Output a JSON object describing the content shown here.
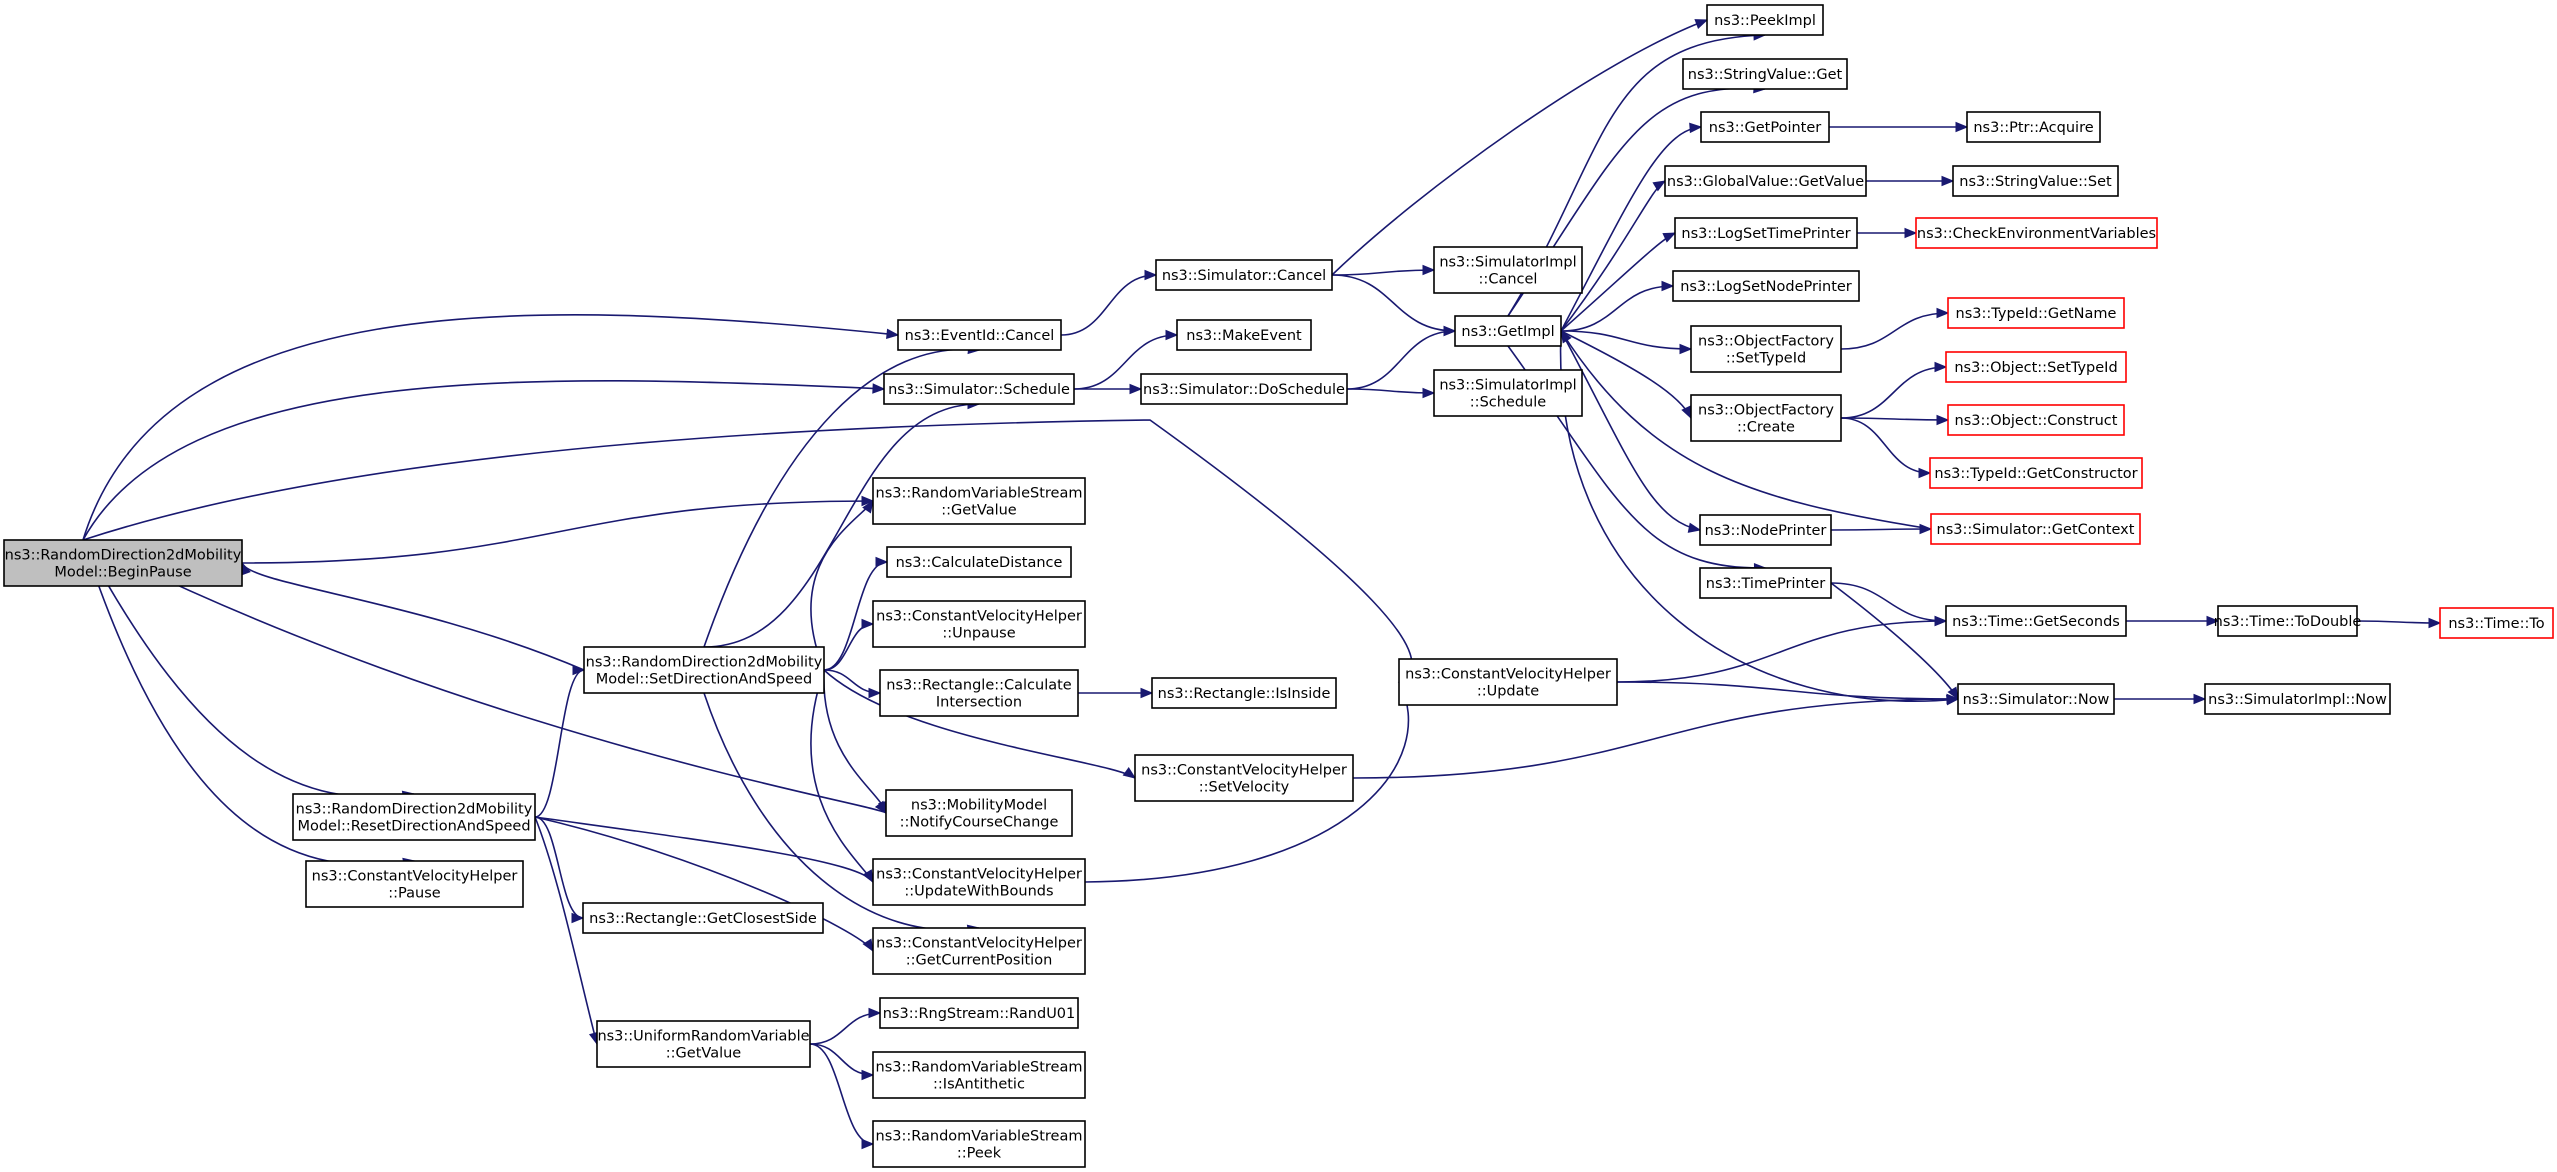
{
  "colors": {
    "edge": "#191970",
    "box_border": "#000000",
    "truncated_border": "#ff0000",
    "root_fill": "#bfbfbf",
    "box_fill": "#ffffff"
  },
  "graph": {
    "nodes": [
      {
        "id": "begin_pause",
        "lines": [
          "ns3::RandomDirection2dMobility",
          "Model::BeginPause"
        ],
        "style": "root"
      },
      {
        "id": "reset_dir",
        "lines": [
          "ns3::RandomDirection2dMobility",
          "Model::ResetDirectionAndSpeed"
        ],
        "style": "normal"
      },
      {
        "id": "cvh_pause",
        "lines": [
          "ns3::ConstantVelocityHelper",
          "::Pause"
        ],
        "style": "normal"
      },
      {
        "id": "set_dir",
        "lines": [
          "ns3::RandomDirection2dMobility",
          "Model::SetDirectionAndSpeed"
        ],
        "style": "normal"
      },
      {
        "id": "uniform_get",
        "lines": [
          "ns3::UniformRandomVariable",
          "::GetValue"
        ],
        "style": "normal"
      },
      {
        "id": "rect_closest",
        "lines": [
          "ns3::Rectangle::GetClosestSide"
        ],
        "style": "normal"
      },
      {
        "id": "event_cancel",
        "lines": [
          "ns3::EventId::Cancel"
        ],
        "style": "normal"
      },
      {
        "id": "sim_schedule",
        "lines": [
          "ns3::Simulator::Schedule"
        ],
        "style": "normal"
      },
      {
        "id": "rvs_get",
        "lines": [
          "ns3::RandomVariableStream",
          "::GetValue"
        ],
        "style": "normal"
      },
      {
        "id": "calc_dist",
        "lines": [
          "ns3::CalculateDistance"
        ],
        "style": "normal"
      },
      {
        "id": "cvh_unpause",
        "lines": [
          "ns3::ConstantVelocityHelper",
          "::Unpause"
        ],
        "style": "normal"
      },
      {
        "id": "rect_calc",
        "lines": [
          "ns3::Rectangle::Calculate",
          "Intersection"
        ],
        "style": "normal"
      },
      {
        "id": "mm_notify",
        "lines": [
          "ns3::MobilityModel",
          "::NotifyCourseChange"
        ],
        "style": "normal"
      },
      {
        "id": "cvh_upd_bounds",
        "lines": [
          "ns3::ConstantVelocityHelper",
          "::UpdateWithBounds"
        ],
        "style": "normal"
      },
      {
        "id": "cvh_get_pos",
        "lines": [
          "ns3::ConstantVelocityHelper",
          "::GetCurrentPosition"
        ],
        "style": "normal"
      },
      {
        "id": "rng_randu01",
        "lines": [
          "ns3::RngStream::RandU01"
        ],
        "style": "normal"
      },
      {
        "id": "rvs_anti",
        "lines": [
          "ns3::RandomVariableStream",
          "::IsAntithetic"
        ],
        "style": "normal"
      },
      {
        "id": "rvs_peek",
        "lines": [
          "ns3::RandomVariableStream",
          "::Peek"
        ],
        "style": "normal"
      },
      {
        "id": "sim_cancel",
        "lines": [
          "ns3::Simulator::Cancel"
        ],
        "style": "normal"
      },
      {
        "id": "make_event",
        "lines": [
          "ns3::MakeEvent"
        ],
        "style": "normal"
      },
      {
        "id": "sim_dosched",
        "lines": [
          "ns3::Simulator::DoSchedule"
        ],
        "style": "normal"
      },
      {
        "id": "rect_inside",
        "lines": [
          "ns3::Rectangle::IsInside"
        ],
        "style": "normal"
      },
      {
        "id": "cvh_setvel",
        "lines": [
          "ns3::ConstantVelocityHelper",
          "::SetVelocity"
        ],
        "style": "normal"
      },
      {
        "id": "cvh_update",
        "lines": [
          "ns3::ConstantVelocityHelper",
          "::Update"
        ],
        "style": "normal"
      },
      {
        "id": "simimpl_cancel",
        "lines": [
          "ns3::SimulatorImpl",
          "::Cancel"
        ],
        "style": "normal"
      },
      {
        "id": "get_impl",
        "lines": [
          "ns3::GetImpl"
        ],
        "style": "normal"
      },
      {
        "id": "simimpl_sched",
        "lines": [
          "ns3::SimulatorImpl",
          "::Schedule"
        ],
        "style": "normal"
      },
      {
        "id": "peek_impl",
        "lines": [
          "ns3::PeekImpl"
        ],
        "style": "normal"
      },
      {
        "id": "strval_get",
        "lines": [
          "ns3::StringValue::Get"
        ],
        "style": "normal"
      },
      {
        "id": "get_pointer",
        "lines": [
          "ns3::GetPointer"
        ],
        "style": "normal"
      },
      {
        "id": "gv_getvalue",
        "lines": [
          "ns3::GlobalValue::GetValue"
        ],
        "style": "normal"
      },
      {
        "id": "log_time",
        "lines": [
          "ns3::LogSetTimePrinter"
        ],
        "style": "normal"
      },
      {
        "id": "log_node",
        "lines": [
          "ns3::LogSetNodePrinter"
        ],
        "style": "normal"
      },
      {
        "id": "of_settypeid",
        "lines": [
          "ns3::ObjectFactory",
          "::SetTypeId"
        ],
        "style": "normal"
      },
      {
        "id": "of_create",
        "lines": [
          "ns3::ObjectFactory",
          "::Create"
        ],
        "style": "normal"
      },
      {
        "id": "node_printer",
        "lines": [
          "ns3::NodePrinter"
        ],
        "style": "normal"
      },
      {
        "id": "time_printer",
        "lines": [
          "ns3::TimePrinter"
        ],
        "style": "normal"
      },
      {
        "id": "ptr_acquire",
        "lines": [
          "ns3::Ptr::Acquire"
        ],
        "style": "normal"
      },
      {
        "id": "strval_set",
        "lines": [
          "ns3::StringValue::Set"
        ],
        "style": "normal"
      },
      {
        "id": "check_env",
        "lines": [
          "ns3::CheckEnvironmentVariables"
        ],
        "style": "truncated"
      },
      {
        "id": "typeid_name",
        "lines": [
          "ns3::TypeId::GetName"
        ],
        "style": "truncated"
      },
      {
        "id": "obj_settypeid",
        "lines": [
          "ns3::Object::SetTypeId"
        ],
        "style": "truncated"
      },
      {
        "id": "obj_construct",
        "lines": [
          "ns3::Object::Construct"
        ],
        "style": "truncated"
      },
      {
        "id": "typeid_ctor",
        "lines": [
          "ns3::TypeId::GetConstructor"
        ],
        "style": "truncated"
      },
      {
        "id": "sim_getctx",
        "lines": [
          "ns3::Simulator::GetContext"
        ],
        "style": "truncated"
      },
      {
        "id": "time_getsec",
        "lines": [
          "ns3::Time::GetSeconds"
        ],
        "style": "normal"
      },
      {
        "id": "sim_now",
        "lines": [
          "ns3::Simulator::Now"
        ],
        "style": "normal"
      },
      {
        "id": "time_todouble",
        "lines": [
          "ns3::Time::ToDouble"
        ],
        "style": "normal"
      },
      {
        "id": "simimpl_now",
        "lines": [
          "ns3::SimulatorImpl::Now"
        ],
        "style": "normal"
      },
      {
        "id": "time_to",
        "lines": [
          "ns3::Time::To"
        ],
        "style": "truncated"
      }
    ],
    "edges": [
      [
        "begin_pause",
        "event_cancel"
      ],
      [
        "begin_pause",
        "sim_schedule"
      ],
      [
        "begin_pause",
        "cvh_update"
      ],
      [
        "begin_pause",
        "rvs_get"
      ],
      [
        "begin_pause",
        "mm_notify"
      ],
      [
        "begin_pause",
        "reset_dir"
      ],
      [
        "begin_pause",
        "cvh_pause"
      ],
      [
        "set_dir",
        "begin_pause"
      ],
      [
        "set_dir",
        "event_cancel"
      ],
      [
        "set_dir",
        "sim_schedule"
      ],
      [
        "set_dir",
        "rvs_get"
      ],
      [
        "set_dir",
        "calc_dist"
      ],
      [
        "set_dir",
        "cvh_unpause"
      ],
      [
        "set_dir",
        "rect_calc"
      ],
      [
        "set_dir",
        "mm_notify"
      ],
      [
        "set_dir",
        "cvh_upd_bounds"
      ],
      [
        "set_dir",
        "cvh_get_pos"
      ],
      [
        "set_dir",
        "cvh_setvel"
      ],
      [
        "reset_dir",
        "set_dir"
      ],
      [
        "reset_dir",
        "cvh_upd_bounds"
      ],
      [
        "reset_dir",
        "cvh_get_pos"
      ],
      [
        "reset_dir",
        "rect_closest"
      ],
      [
        "reset_dir",
        "uniform_get"
      ],
      [
        "uniform_get",
        "rng_randu01"
      ],
      [
        "uniform_get",
        "rvs_anti"
      ],
      [
        "uniform_get",
        "rvs_peek"
      ],
      [
        "event_cancel",
        "sim_cancel"
      ],
      [
        "sim_schedule",
        "make_event"
      ],
      [
        "sim_schedule",
        "sim_dosched"
      ],
      [
        "rect_calc",
        "rect_inside"
      ],
      [
        "cvh_upd_bounds",
        "cvh_update"
      ],
      [
        "cvh_setvel",
        "sim_now"
      ],
      [
        "sim_cancel",
        "simimpl_cancel"
      ],
      [
        "sim_cancel",
        "get_impl"
      ],
      [
        "sim_cancel",
        "peek_impl"
      ],
      [
        "sim_dosched",
        "get_impl"
      ],
      [
        "sim_dosched",
        "simimpl_sched"
      ],
      [
        "cvh_update",
        "time_getsec"
      ],
      [
        "cvh_update",
        "sim_now"
      ],
      [
        "get_impl",
        "peek_impl"
      ],
      [
        "get_impl",
        "strval_get"
      ],
      [
        "get_impl",
        "get_pointer"
      ],
      [
        "get_impl",
        "gv_getvalue"
      ],
      [
        "get_impl",
        "log_time"
      ],
      [
        "get_impl",
        "log_node"
      ],
      [
        "get_impl",
        "of_settypeid"
      ],
      [
        "get_impl",
        "of_create"
      ],
      [
        "get_impl",
        "node_printer"
      ],
      [
        "get_impl",
        "time_printer"
      ],
      [
        "get_impl",
        "sim_now"
      ],
      [
        "get_pointer",
        "ptr_acquire"
      ],
      [
        "gv_getvalue",
        "strval_set"
      ],
      [
        "log_time",
        "check_env"
      ],
      [
        "of_settypeid",
        "typeid_name"
      ],
      [
        "of_create",
        "obj_settypeid"
      ],
      [
        "of_create",
        "obj_construct"
      ],
      [
        "of_create",
        "typeid_ctor"
      ],
      [
        "node_printer",
        "sim_getctx"
      ],
      [
        "sim_getctx",
        "get_impl"
      ],
      [
        "time_printer",
        "time_getsec"
      ],
      [
        "time_printer",
        "sim_now"
      ],
      [
        "time_getsec",
        "time_todouble"
      ],
      [
        "time_todouble",
        "time_to"
      ],
      [
        "sim_now",
        "simimpl_now"
      ]
    ]
  }
}
